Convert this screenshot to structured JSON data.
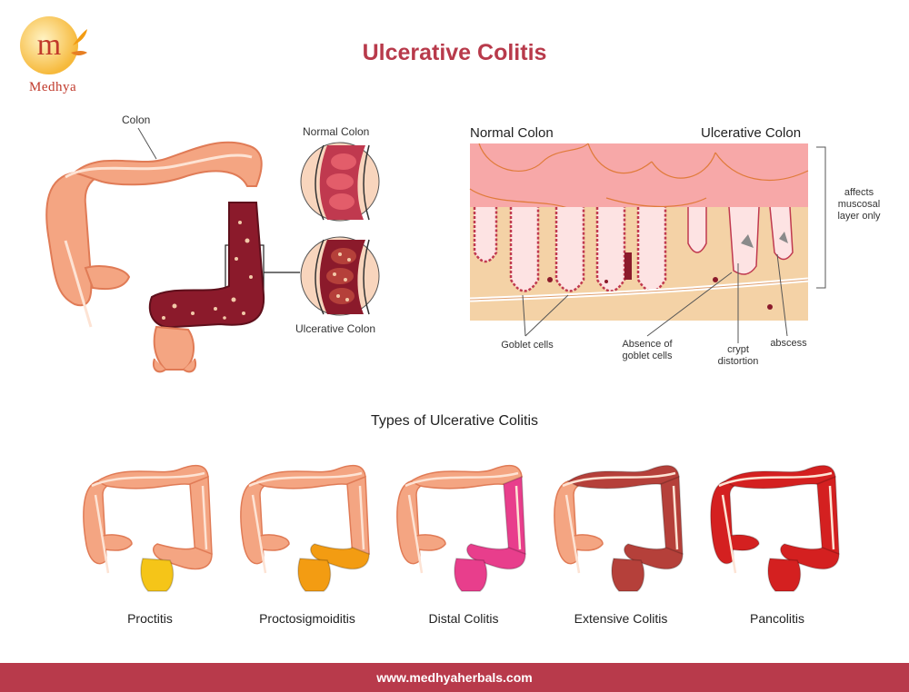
{
  "brand": {
    "name": "Medhya",
    "logo_letter": "m"
  },
  "title": "Ulcerative Colitis",
  "diagram": {
    "colon_label": "Colon",
    "normal_colon_label": "Normal Colon",
    "ulcerative_colon_label": "Ulcerative Colon"
  },
  "cross_section": {
    "normal_header": "Normal Colon",
    "ulcerative_header": "Ulcerative Colon",
    "side_note": "affects muscosal layer only",
    "annotations": {
      "goblet": "Goblet cells",
      "absence": "Absence of goblet cells",
      "crypt": "crypt distortion",
      "abscess": "abscess"
    }
  },
  "types_title": "Types of Ulcerative Colitis",
  "types": [
    {
      "label": "Proctitis",
      "color": "#f5c518"
    },
    {
      "label": "Proctosigmoiditis",
      "color": "#f39c12"
    },
    {
      "label": "Distal Colitis",
      "color": "#e83e8c"
    },
    {
      "label": "Extensive Colitis",
      "color": "#b5403a"
    },
    {
      "label": "Pancolitis",
      "color": "#d42020"
    }
  ],
  "colors": {
    "brand": "#b83a4b",
    "colon_base": "#f4a582",
    "colon_dark": "#8b1a2b"
  },
  "footer": {
    "url": "www.medhyaherbals.com"
  }
}
